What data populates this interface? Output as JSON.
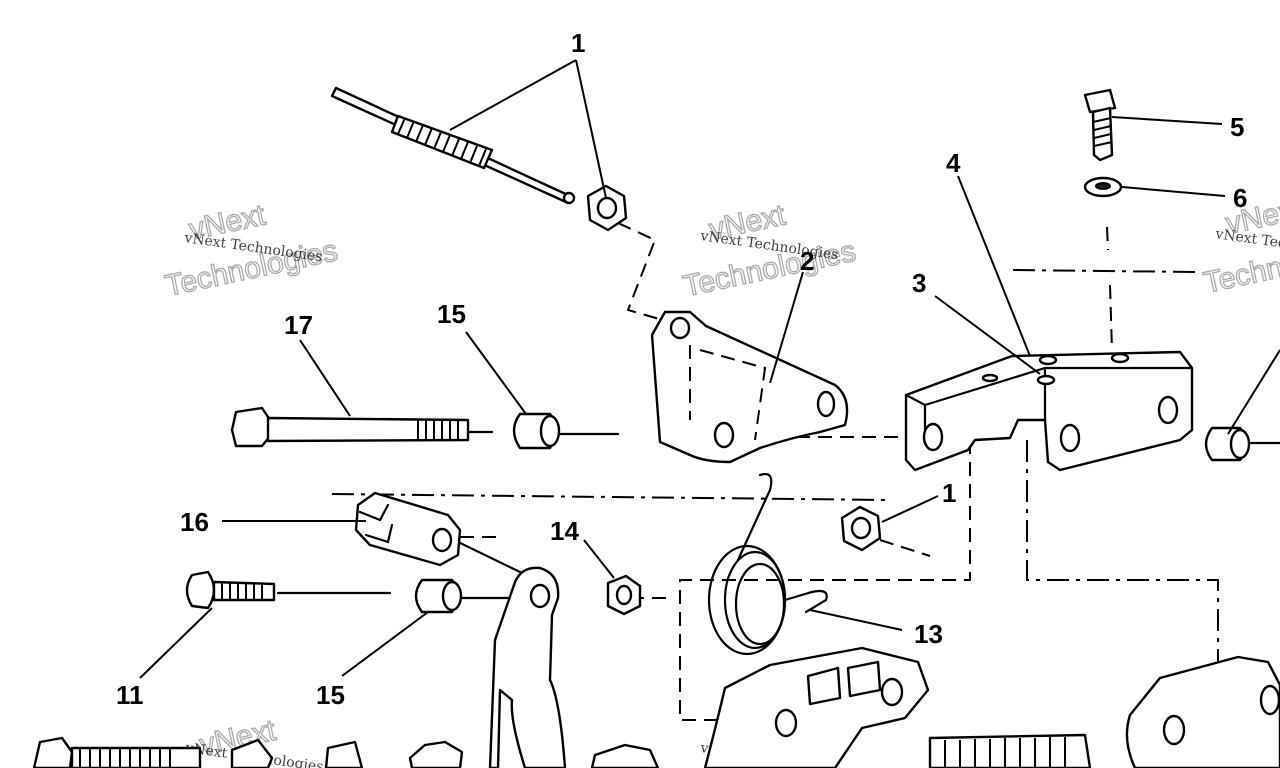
{
  "diagram": {
    "callouts": {
      "c1a": "1",
      "c1b": "1",
      "c2": "2",
      "c3": "3",
      "c4": "4",
      "c5": "5",
      "c6": "6",
      "c11": "11",
      "c13": "13",
      "c14": "14",
      "c15a": "15",
      "c15b": "15",
      "c16": "16",
      "c17": "17"
    },
    "watermark": {
      "brand": "vNext",
      "line": "vNext Technologies",
      "word": "Technologies"
    }
  }
}
